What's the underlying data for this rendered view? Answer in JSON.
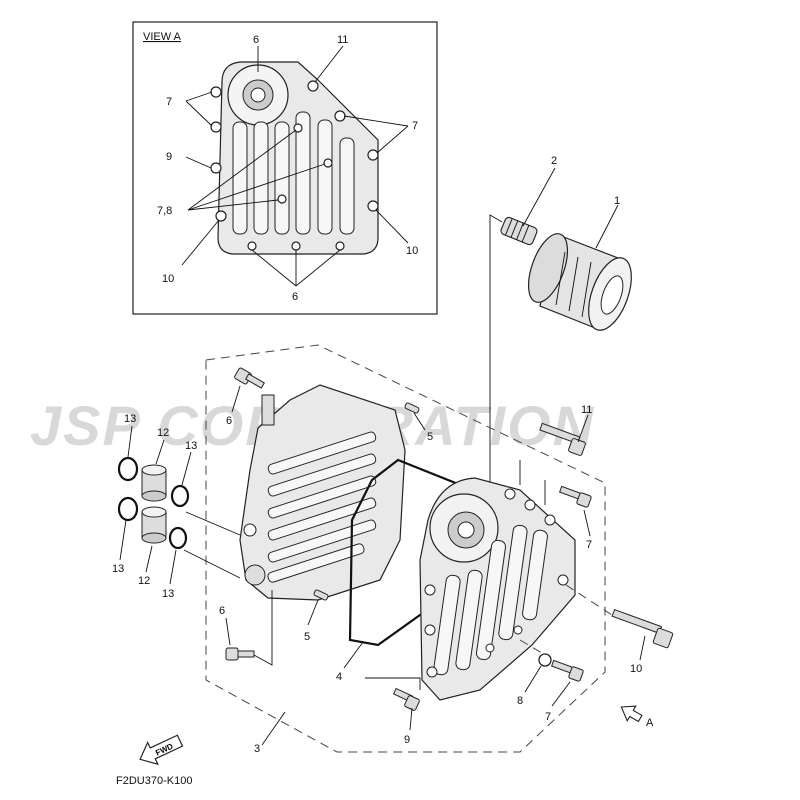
{
  "diagram": {
    "watermark": "JSP CORPORATION",
    "view_title": "VIEW A",
    "figure_code": "F2DU370-K100",
    "fwd_label": "FWD",
    "arrow_label": "A",
    "view_callouts": {
      "c6_top": "6",
      "c11_top": "11",
      "c7_left": "7",
      "c7_right": "7",
      "c9": "9",
      "c78": "7,8",
      "c10_left": "10",
      "c10_right": "10",
      "c6_bottom": "6"
    },
    "callouts": {
      "c1": "1",
      "c2": "2",
      "c3": "3",
      "c4": "4",
      "c5_top": "5",
      "c5_low": "5",
      "c6_top": "6",
      "c6_low": "6",
      "c7_upper": "7",
      "c7_lower": "7",
      "c8": "8",
      "c9": "9",
      "c10": "10",
      "c11": "11",
      "c12_top": "12",
      "c12_low": "12",
      "c13_a": "13",
      "c13_b": "13",
      "c13_c": "13",
      "c13_d": "13"
    }
  }
}
